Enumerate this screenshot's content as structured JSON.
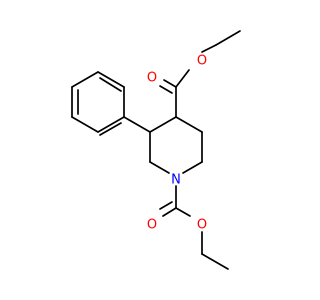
{
  "molecule": {
    "labels": {
      "o_ester_top_carbonyl": "O",
      "o_ester_top_ether": "O",
      "n_ring": "N",
      "o_carbamate_carbonyl": "O",
      "o_carbamate_ether": "O"
    },
    "colors": {
      "bond": "#000000",
      "oxygen": "#ff0000",
      "nitrogen": "#0000ff"
    }
  }
}
